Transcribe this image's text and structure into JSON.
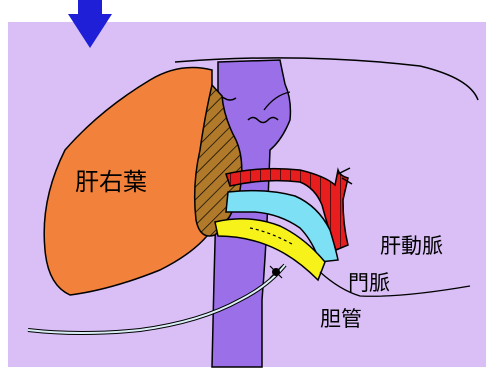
{
  "labels": {
    "right_lobe": "肝右葉",
    "hepatic_artery": "肝動脈",
    "portal_vein": "門脈",
    "bile_duct": "胆管"
  },
  "colors": {
    "background": "#d9bff5",
    "liver": "#f2813b",
    "hatched_area": "#b07a2a",
    "vena_cava": "#9b6fe8",
    "portal_vein": "#7ee0f5",
    "hepatic_artery": "#e81e1e",
    "bile_duct": "#f7f21a",
    "arrow": "#1f1fd8",
    "outline": "#000000"
  },
  "icons": [
    "down-arrow-icon"
  ]
}
